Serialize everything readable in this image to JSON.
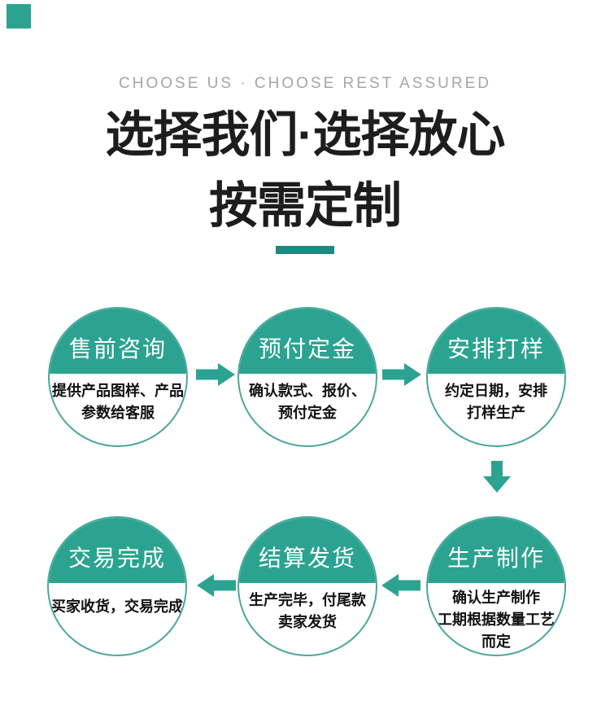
{
  "colors": {
    "accent": "#2ba390",
    "ring": "#4ba79b",
    "bar": "#1b8a81",
    "heading": "#1d1d1d",
    "tagline": "#a5a5a5",
    "body": "#111111"
  },
  "header": {
    "tagline": "CHOOSE US · CHOOSE REST ASSURED",
    "title_line1": "选择我们·选择放心",
    "title_line2": "按需定制"
  },
  "flow": {
    "steps": [
      {
        "title": "售前咨询",
        "lines": [
          "提供产品图样、产品",
          "参数给客服"
        ]
      },
      {
        "title": "预付定金",
        "lines": [
          "确认款式、报价、",
          "预付定金"
        ]
      },
      {
        "title": "安排打样",
        "lines": [
          "约定日期，安排",
          "打样生产"
        ]
      },
      {
        "title": "生产制作",
        "lines": [
          "确认生产制作",
          "工期根据数量工艺",
          "而定"
        ]
      },
      {
        "title": "结算发货",
        "lines": [
          "生产完毕，付尾款",
          "卖家发货"
        ]
      },
      {
        "title": "交易完成",
        "lines": [
          "买家收货，交易完成"
        ]
      }
    ],
    "icons": [
      "arrow-right-icon",
      "arrow-right-icon",
      "arrow-down-icon",
      "arrow-left-icon",
      "arrow-left-icon"
    ]
  }
}
